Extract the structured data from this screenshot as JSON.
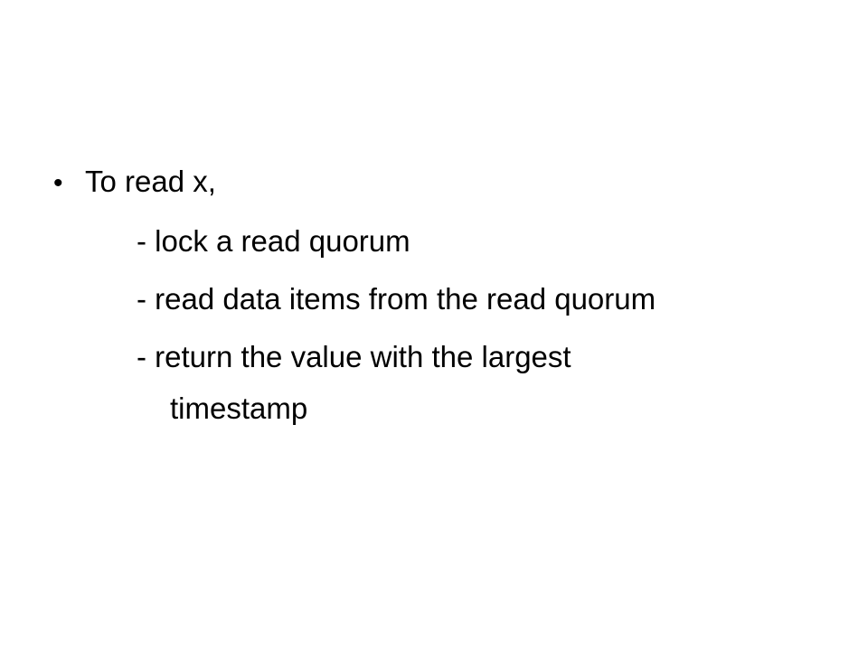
{
  "slide": {
    "bullet_symbol": "•",
    "lines": [
      "To read x,",
      "- lock a read quorum",
      "- read data items from the read quorum",
      "- return the value with the largest",
      "timestamp"
    ]
  }
}
